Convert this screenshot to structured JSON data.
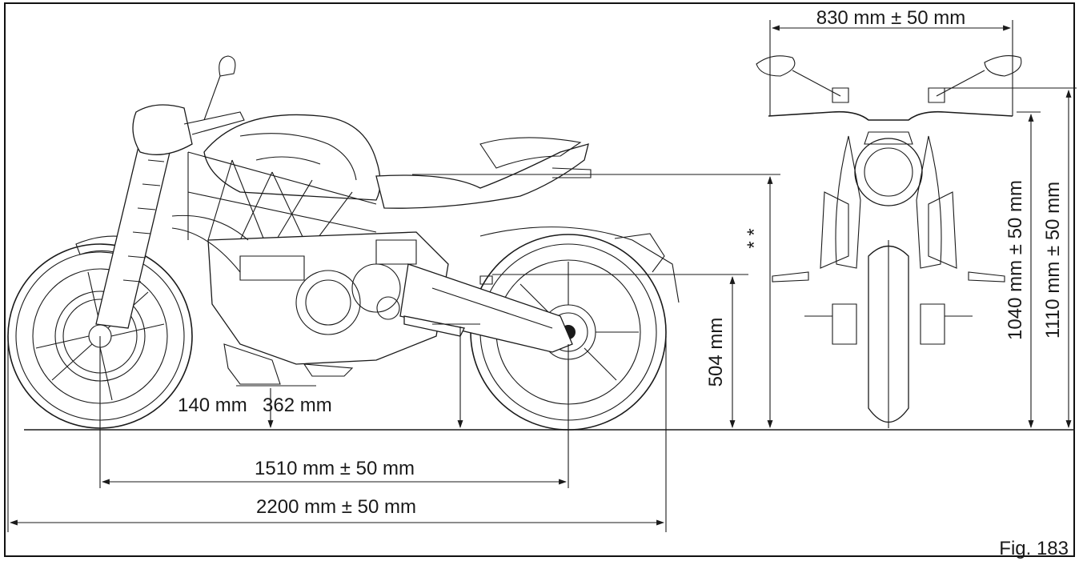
{
  "figure": {
    "label": "Fig. 183",
    "subject": "motorcycle dimensional drawing"
  },
  "dimensions": {
    "wheelbase": "1510 mm ± 50 mm",
    "overall_length": "2200 mm ± 50 mm",
    "handlebar_width": "830 mm ± 50 mm",
    "ground_clearance_front": "140 mm",
    "ground_clearance_mid": "362 mm",
    "footpeg_height": "504 mm",
    "seat_height": "* *",
    "mirror_height": "1040 mm ± 50 mm",
    "overall_height": "1110 mm ± 50 mm"
  }
}
